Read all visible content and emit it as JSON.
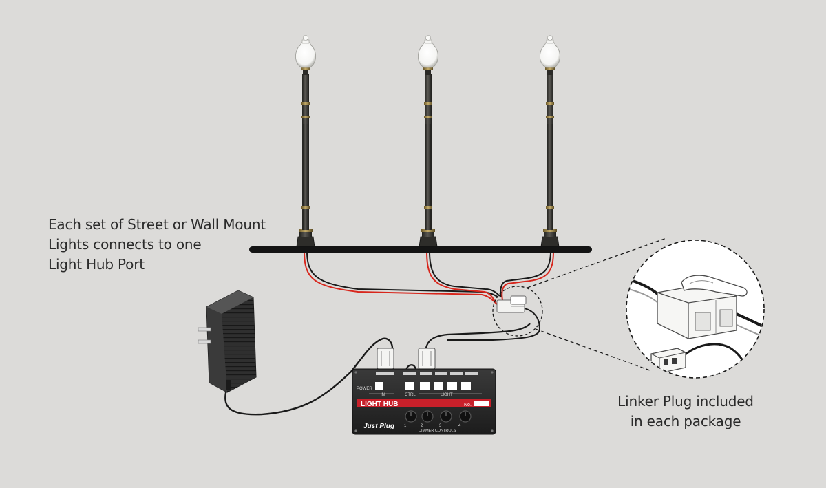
{
  "captions": {
    "lights_note": [
      "Each set of Street or Wall Mount",
      "Lights connects to one",
      "Light Hub Port"
    ],
    "linker_note": [
      "Linker Plug included",
      "in each package"
    ]
  },
  "hub": {
    "name": "LIGHT HUB",
    "number_label": "No.",
    "brand": "Just Plug",
    "power_label": "POWER",
    "in_label": "IN",
    "ctrl_label": "CTRL",
    "light_label": "LIGHT",
    "dimmer_label": "DIMMER CONTROLS",
    "dimmer_numbers": [
      "1",
      "2",
      "3",
      "4"
    ]
  },
  "colors": {
    "background": "#dcdbd9",
    "hub_body": "#2a2a2a",
    "hub_stripe": "#c8202a",
    "wire_red": "#d8261c",
    "wire_black": "#1a1a1a",
    "lamp_post": "#3b3a36",
    "lamp_band": "#a08a52",
    "globe": "#ffffff"
  },
  "lamps": [
    {
      "name": "lamp-post-1"
    },
    {
      "name": "lamp-post-2"
    },
    {
      "name": "lamp-post-3"
    }
  ]
}
